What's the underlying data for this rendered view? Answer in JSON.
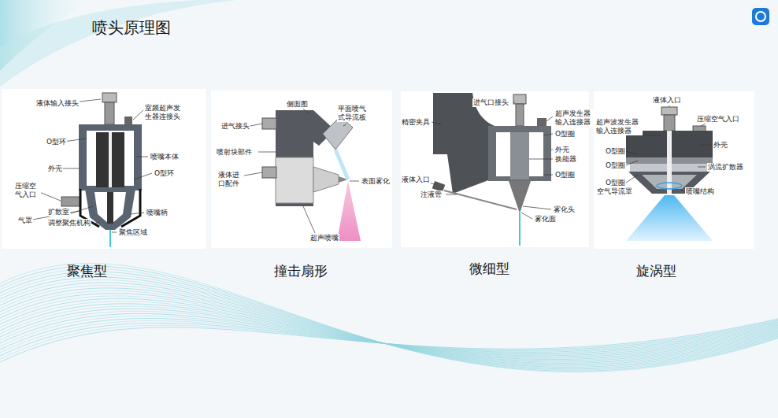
{
  "diagram": {
    "title": "喷头原理图",
    "nodes": [
      {
        "text": [
          "聚焦型"
        ]
      },
      {
        "text": [
          "撞击扇形"
        ]
      },
      {
        "text": [
          "微细型"
        ]
      },
      {
        "text": [
          "旋涡型"
        ]
      }
    ],
    "labels": [
      "液体输入接头",
      "室频超声发 生器连接头",
      "O型环",
      "外壳",
      "喷嘴本体",
      "O型环",
      "压缩空 气入口",
      "气罩",
      "扩散室",
      "调整聚焦机构",
      "喷嘴柄",
      "聚焦区域",
      "侧面图",
      "平面喷气 式导流板",
      "进气接头",
      "喷射块部件",
      "液体进 口配件",
      "表面雾化",
      "超声喷嘴",
      "进气口接头",
      "超声发生器 输入连接器",
      "精密夹具",
      "O型圈",
      "外壳",
      "换能器",
      "O型圈",
      "液体入口",
      "注液管",
      "雾化头",
      "雾化面",
      "液体入口",
      "超声波发生器 输入连接器",
      "压缩空气入口",
      "外壳",
      "O型圈",
      "O型圈",
      "涡流扩散器",
      "O型圈",
      "空气导流罩",
      "喷嘴结构"
    ]
  }
}
